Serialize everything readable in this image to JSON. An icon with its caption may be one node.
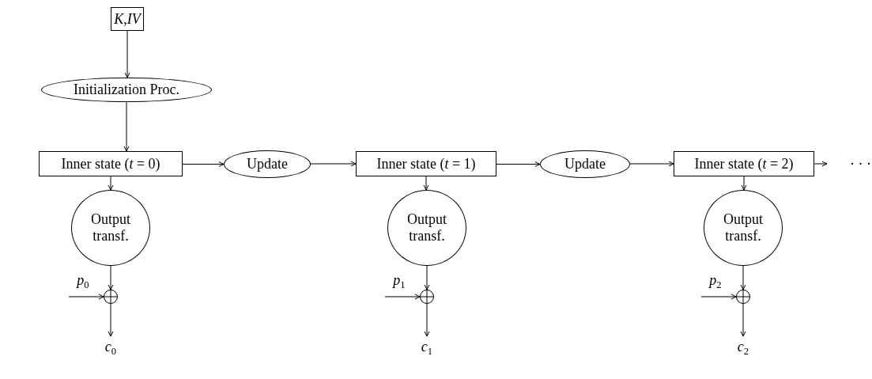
{
  "diagram": {
    "nodes": [
      {
        "text": [
          "*K*,*IV*"
        ]
      },
      {
        "text": [
          "Initialization Proc."
        ]
      },
      {
        "text": [
          "Inner state (*t* = 0)"
        ]
      },
      {
        "text": [
          "Update"
        ]
      },
      {
        "text": [
          "Inner state (*t* = 1)"
        ]
      },
      {
        "text": [
          "Update"
        ]
      },
      {
        "text": [
          "Inner state (*t* = 2)"
        ]
      },
      {
        "text": [
          "· · ·"
        ]
      },
      {
        "text": [
          "Output transf."
        ]
      },
      {
        "text": [
          "*p*$_{0}$"
        ]
      },
      {
        "text": [],
        "shape": "circle"
      },
      {
        "text": [
          "*c*$_{0}$"
        ]
      },
      {
        "text": [
          "Output transf."
        ]
      },
      {
        "text": [
          "*p*$_{1}$"
        ]
      },
      {
        "text": [],
        "shape": "circle"
      },
      {
        "text": [
          "*c*$_{1}$"
        ]
      },
      {
        "text": [
          "Output transf."
        ]
      },
      {
        "text": [
          "*p*$_{2}$"
        ]
      },
      {
        "text": [],
        "shape": "circle"
      },
      {
        "text": [
          "*c*$_{2}$"
        ]
      }
    ],
    "edges": [
      {
        "from": 0,
        "to": 1,
        "arrow": "to"
      },
      {
        "from": 1,
        "to": 2,
        "arrow": "to"
      },
      {
        "from": 2,
        "to": 3,
        "arrow": "to"
      },
      {
        "from": 3,
        "to": 4,
        "arrow": "to"
      },
      {
        "from": 4,
        "to": 5,
        "arrow": "to"
      },
      {
        "from": 5,
        "to": 6,
        "arrow": "to"
      },
      {
        "from": 6,
        "to": 7,
        "arrow": "to"
      },
      {
        "from": 2,
        "to": 8,
        "arrow": "to"
      },
      {
        "from": 8,
        "to": 10,
        "arrow": "to"
      },
      {
        "from": 9,
        "to": 10,
        "arrow": "to"
      },
      {
        "from": 10,
        "to": 11,
        "arrow": "to"
      },
      {
        "from": 4,
        "to": 12,
        "arrow": "to"
      },
      {
        "from": 12,
        "to": 14,
        "arrow": "to"
      },
      {
        "from": 13,
        "to": 14,
        "arrow": "to"
      },
      {
        "from": 14,
        "to": 15,
        "arrow": "to"
      },
      {
        "from": 6,
        "to": 16,
        "arrow": "to"
      },
      {
        "from": 16,
        "to": 18,
        "arrow": "to"
      },
      {
        "from": 17,
        "to": 18,
        "arrow": "to"
      },
      {
        "from": 18,
        "to": 19,
        "arrow": "to"
      }
    ]
  }
}
